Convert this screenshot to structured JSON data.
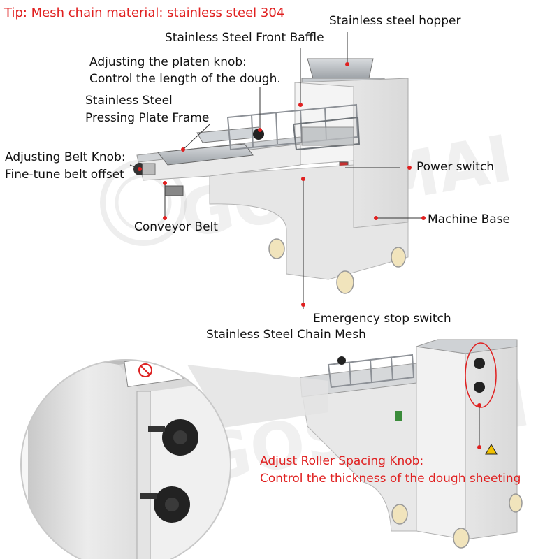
{
  "tip": "Tip: Mesh chain material: stainless steel 304",
  "watermark": "GOSSMAI",
  "callouts": {
    "hopper": "Stainless steel hopper",
    "front_baffle": "Stainless Steel Front Baffle",
    "platen_knob_1": "Adjusting the platen knob:",
    "platen_knob_2": "Control the length of the dough.",
    "pressing_frame_1": "Stainless Steel",
    "pressing_frame_2": "Pressing Plate Frame",
    "belt_knob_1": "Adjusting Belt Knob:",
    "belt_knob_2": "Fine-tune belt offset",
    "power_switch": "Power switch",
    "conveyor_belt": "Conveyor Belt",
    "machine_base": "Machine Base",
    "emergency_stop": "Emergency stop switch",
    "chain_mesh": "Stainless Steel Chain Mesh",
    "roller_knob_1": "Adjust Roller Spacing Knob:",
    "roller_knob_2": "Control the thickness of the dough sheeting"
  },
  "colors": {
    "accent_red": "#e02020",
    "text": "#111111",
    "machine_body": "#e8e8e8",
    "steel": "#bfc3c7",
    "wheel": "#f1e4bc"
  }
}
